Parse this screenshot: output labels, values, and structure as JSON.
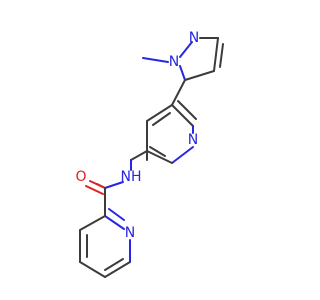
{
  "colors": {
    "carbon_bond": "#3c3c3c",
    "nitrogen": "#2727e0",
    "oxygen": "#e02020",
    "background": "#ffffff"
  },
  "atoms": {
    "n_pyrazole_1": "N",
    "n_pyrazole_2": "N",
    "n_pyridine_top": "N",
    "n_amide": "NH",
    "o_carbonyl": "O",
    "n_pyridine_bottom": "N"
  }
}
